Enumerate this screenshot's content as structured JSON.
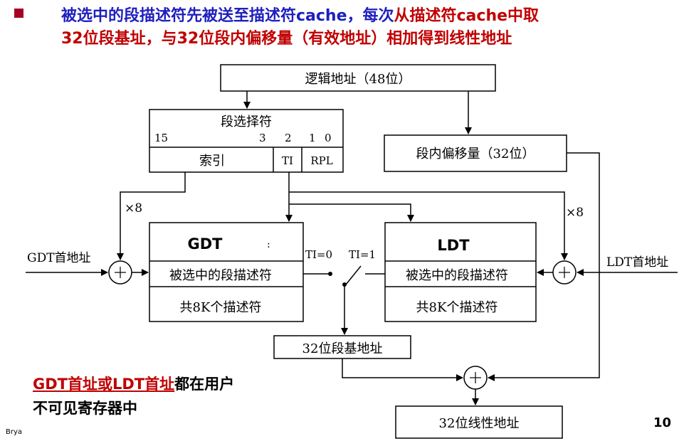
{
  "heading": {
    "line1_part1": "被选中的段描述符先被送至描述符cache，每次",
    "line1_part2": "从描述符cache中取",
    "line2": "32位段基址，与32位段内偏移量（有效地址）相加得到线性地址"
  },
  "diagram": {
    "logical_address": "逻辑地址（48位）",
    "selector": {
      "title": "段选择符",
      "bit15": "15",
      "bit3": "3",
      "bit2": "2",
      "bit1": "1",
      "bit0": "0",
      "index": "索引",
      "ti": "TI",
      "rpl": "RPL"
    },
    "offset": "段内偏移量（32位）",
    "times8_left": "×8",
    "times8_right": "×8",
    "gdt_base": "GDT首地址",
    "ldt_base": "LDT首地址",
    "gdt": {
      "title": "GDT",
      "mark": ":",
      "selected": "被选中的段描述符",
      "total": "共8K个描述符"
    },
    "ldt": {
      "title": "LDT",
      "selected": "被选中的段描述符",
      "total": "共8K个描述符"
    },
    "ti0": "TI=0",
    "ti1": "TI=1",
    "seg_base": "32位段基地址",
    "linear": "32位线性地址",
    "plus": "+"
  },
  "note": {
    "highlight": "GDT首址或LDT首址",
    "rest1": "都在用户",
    "line2": "不可见寄存器中"
  },
  "page_number": "10",
  "author": "Brya"
}
